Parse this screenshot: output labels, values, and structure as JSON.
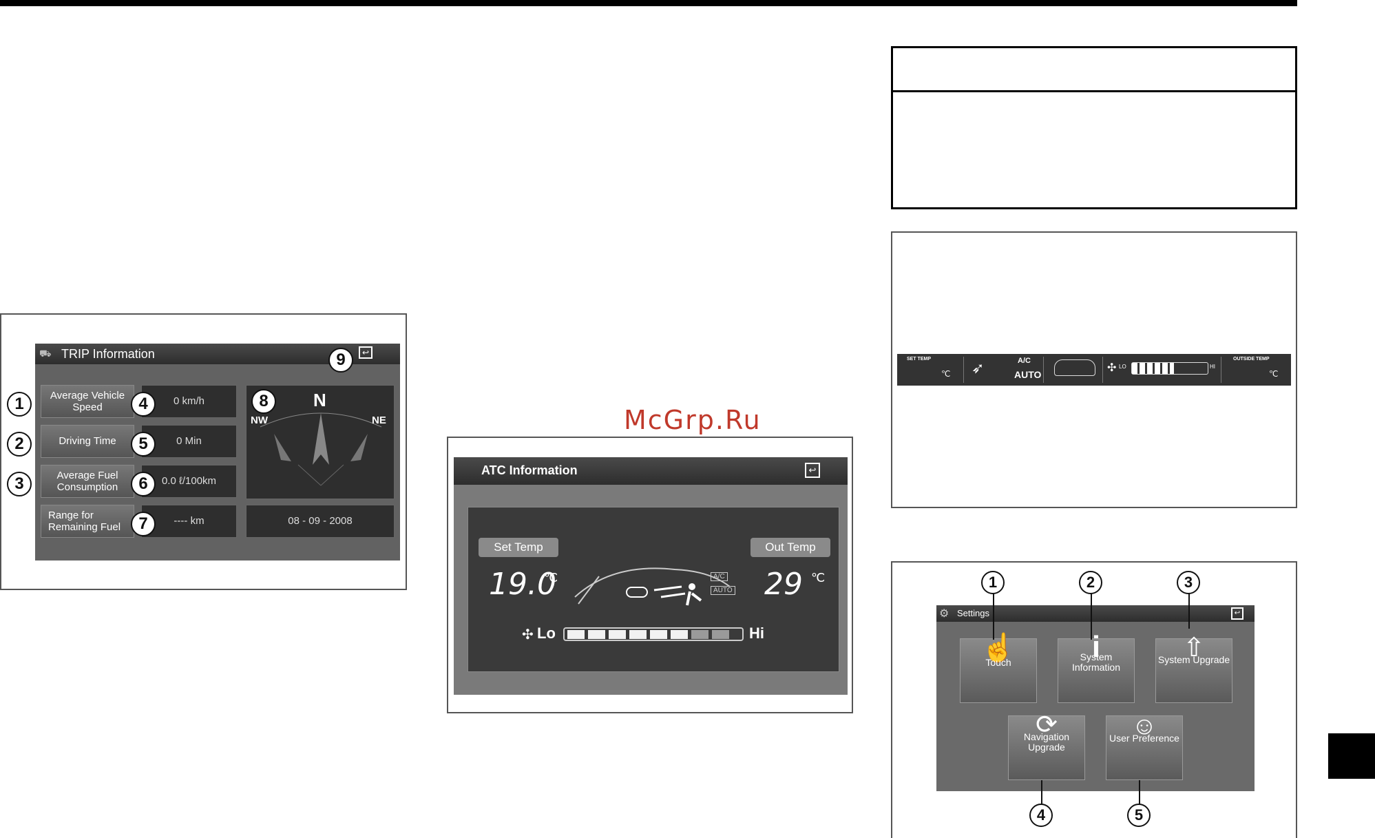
{
  "watermark": "McGrp.Ru",
  "trip": {
    "title": "TRIP Information",
    "labels": {
      "avg_speed": "Average Vehicle Speed",
      "driving_time": "Driving Time",
      "avg_fuel": "Average Fuel Consumption",
      "range": "Range for Remaining Fuel"
    },
    "values": {
      "avg_speed": "0   km/h",
      "driving_time": "0 Min",
      "avg_fuel": "0.0 ℓ/100km",
      "range": "----   km"
    },
    "compass": {
      "n": "N",
      "nw": "NW",
      "ne": "NE"
    },
    "date": "08 - 09 - 2008",
    "callouts": [
      "1",
      "2",
      "3",
      "4",
      "5",
      "6",
      "7",
      "8",
      "9"
    ]
  },
  "atc": {
    "title": "ATC Information",
    "set_temp_label": "Set Temp",
    "out_temp_label": "Out Temp",
    "set_temp_value": "19.0",
    "set_temp_unit": "℃",
    "out_temp_value": "29",
    "out_temp_unit": "℃",
    "fan_lo": "Lo",
    "fan_hi": "Hi",
    "fan_level": 0.75,
    "mode_a": "A/C",
    "mode_b": "AUTO"
  },
  "strip": {
    "set_temp": "SET TEMP",
    "set_unit": "℃",
    "ac": "A/C",
    "auto": "AUTO",
    "lo": "LO",
    "hi": "HI",
    "outside_temp": "OUTSIDE TEMP",
    "out_unit": "℃",
    "fan_level": 0.55
  },
  "settings": {
    "title": "Settings",
    "buttons": {
      "touch": "Touch",
      "system_info": "System Information",
      "system_upgrade": "System Upgrade",
      "nav_upgrade": "Navigation Upgrade",
      "user_pref": "User Preference"
    },
    "callouts": [
      "1",
      "2",
      "3",
      "4",
      "5"
    ]
  }
}
